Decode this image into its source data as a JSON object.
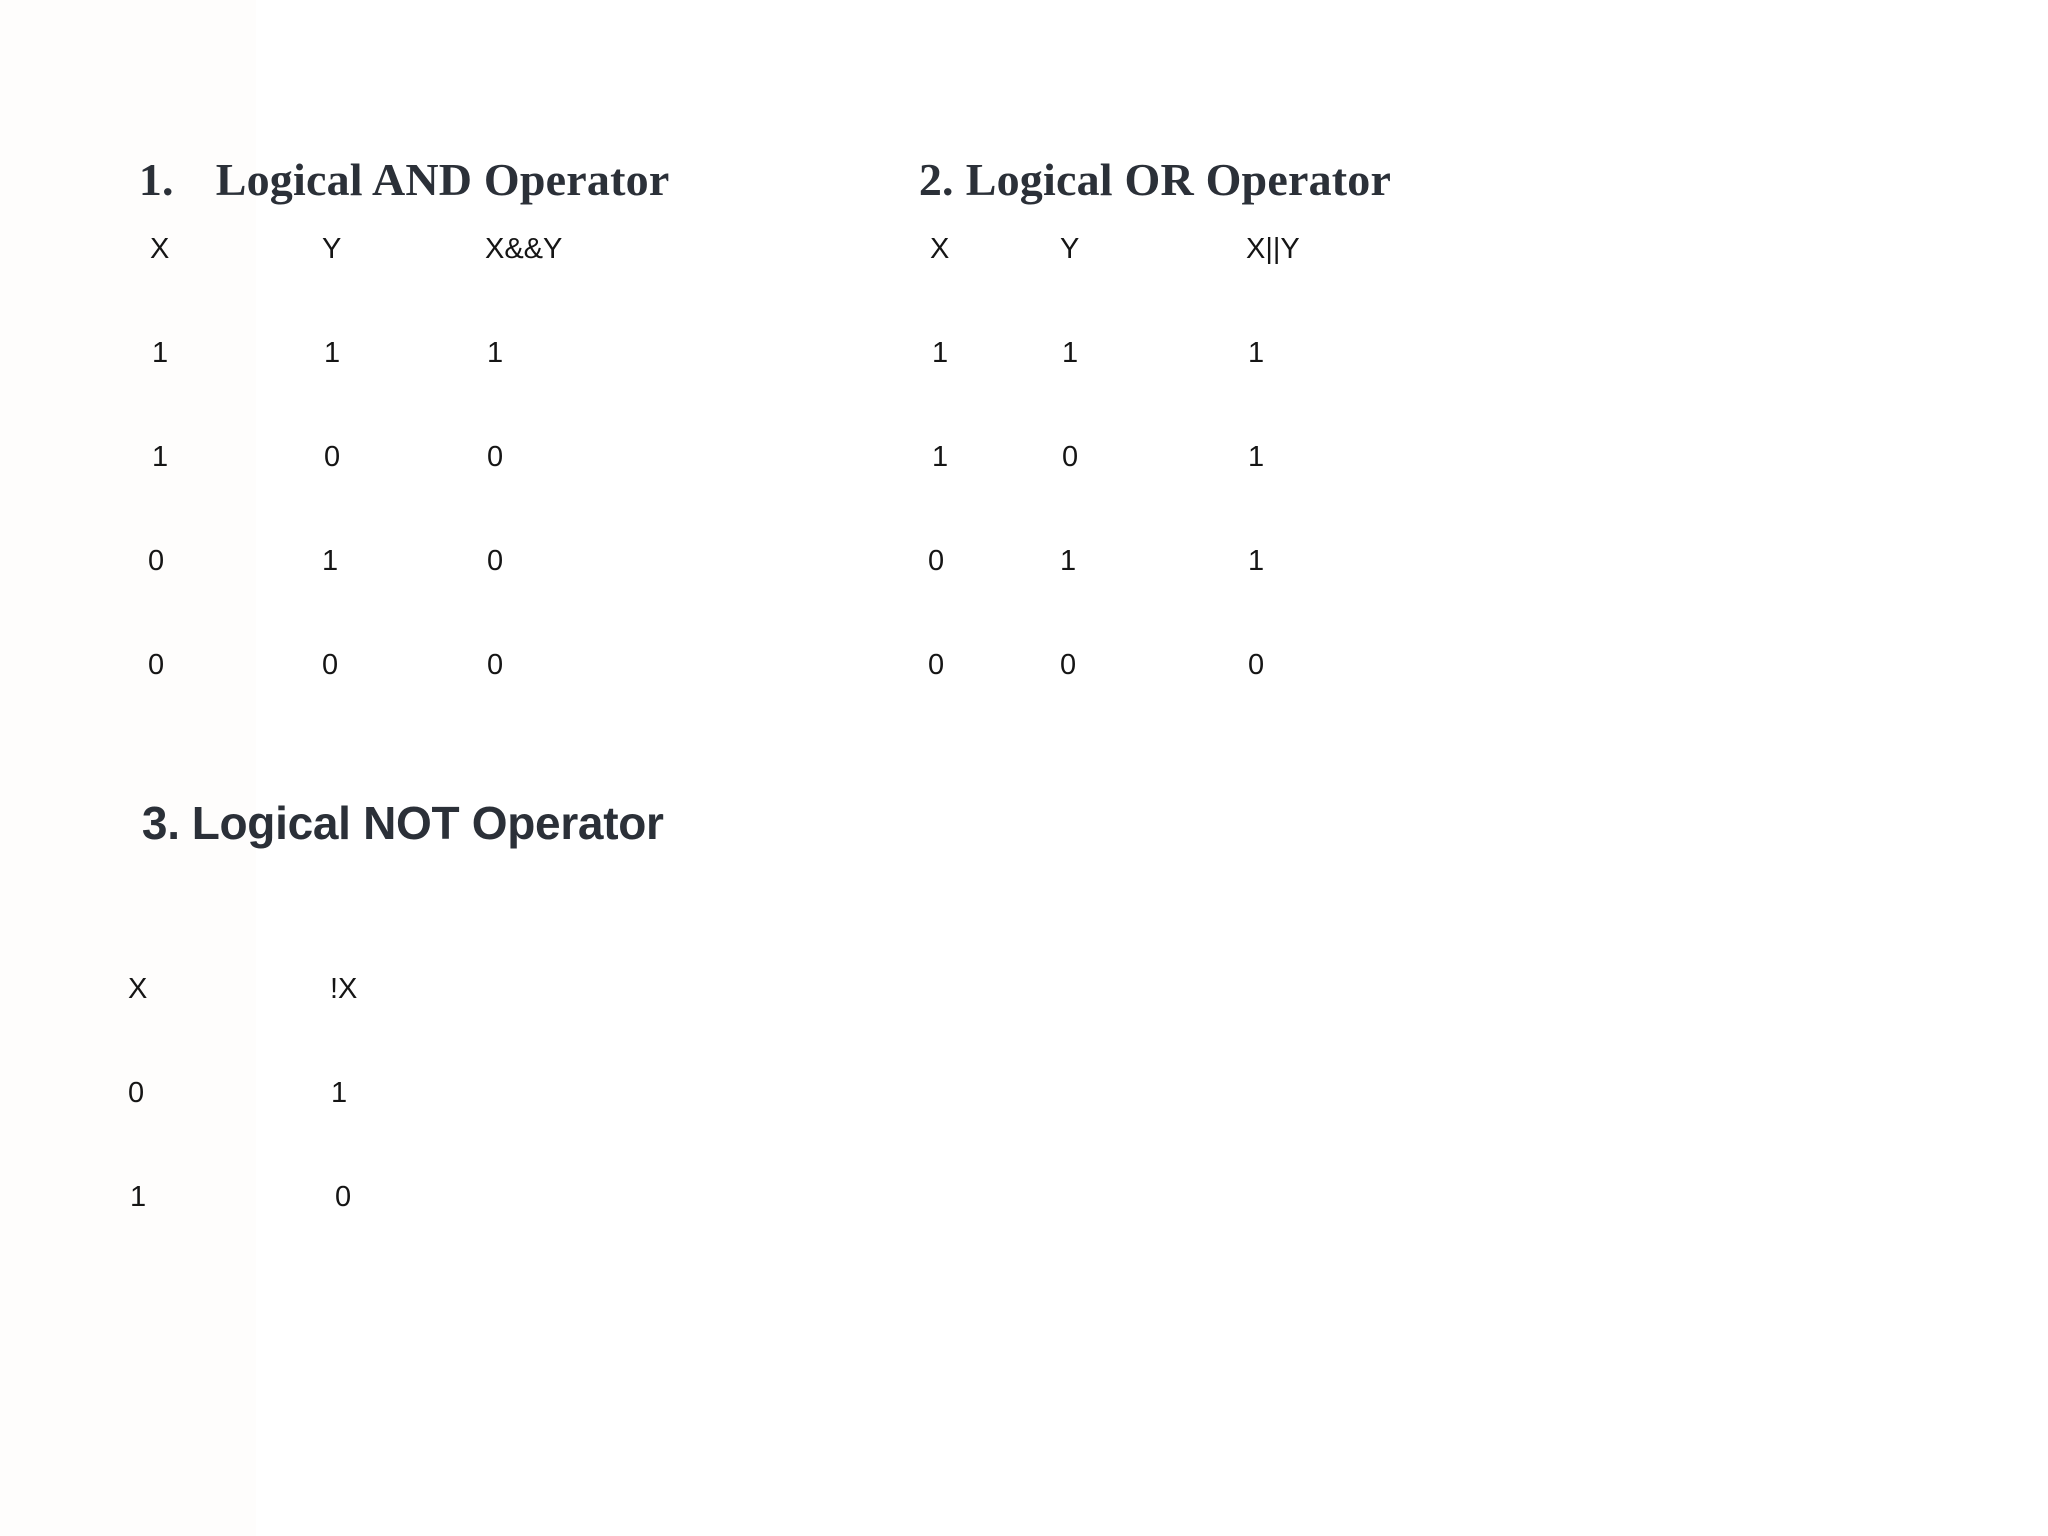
{
  "page": {
    "background_color": "#ffffff",
    "tint_color": "#fefdfc",
    "heading_color": "#2b3038",
    "body_text_color": "#151515"
  },
  "sections": [
    {
      "number": "1.",
      "title": "Logical AND Operator",
      "heading_full": "1.   Logical AND Operator"
    },
    {
      "number": "2.",
      "title": "Logical OR Operator",
      "heading_full": "2. Logical OR Operator"
    },
    {
      "number": "3.",
      "title": "Logical NOT Operator",
      "heading_full": "3. Logical NOT Operator"
    }
  ],
  "tables": {
    "and": {
      "headers": [
        "X",
        "Y",
        "X&&Y"
      ],
      "rows": [
        [
          "1",
          "1",
          "1"
        ],
        [
          "1",
          "0",
          "0"
        ],
        [
          "0",
          "1",
          "0"
        ],
        [
          "0",
          "0",
          "0"
        ]
      ]
    },
    "or": {
      "headers": [
        "X",
        "Y",
        "X||Y"
      ],
      "rows": [
        [
          "1",
          "1",
          "1"
        ],
        [
          "1",
          "0",
          "1"
        ],
        [
          "0",
          "1",
          "1"
        ],
        [
          "0",
          "0",
          "0"
        ]
      ]
    },
    "not": {
      "headers": [
        "X",
        "!X"
      ],
      "rows": [
        [
          "0",
          "1"
        ],
        [
          "1",
          "0"
        ]
      ]
    }
  }
}
